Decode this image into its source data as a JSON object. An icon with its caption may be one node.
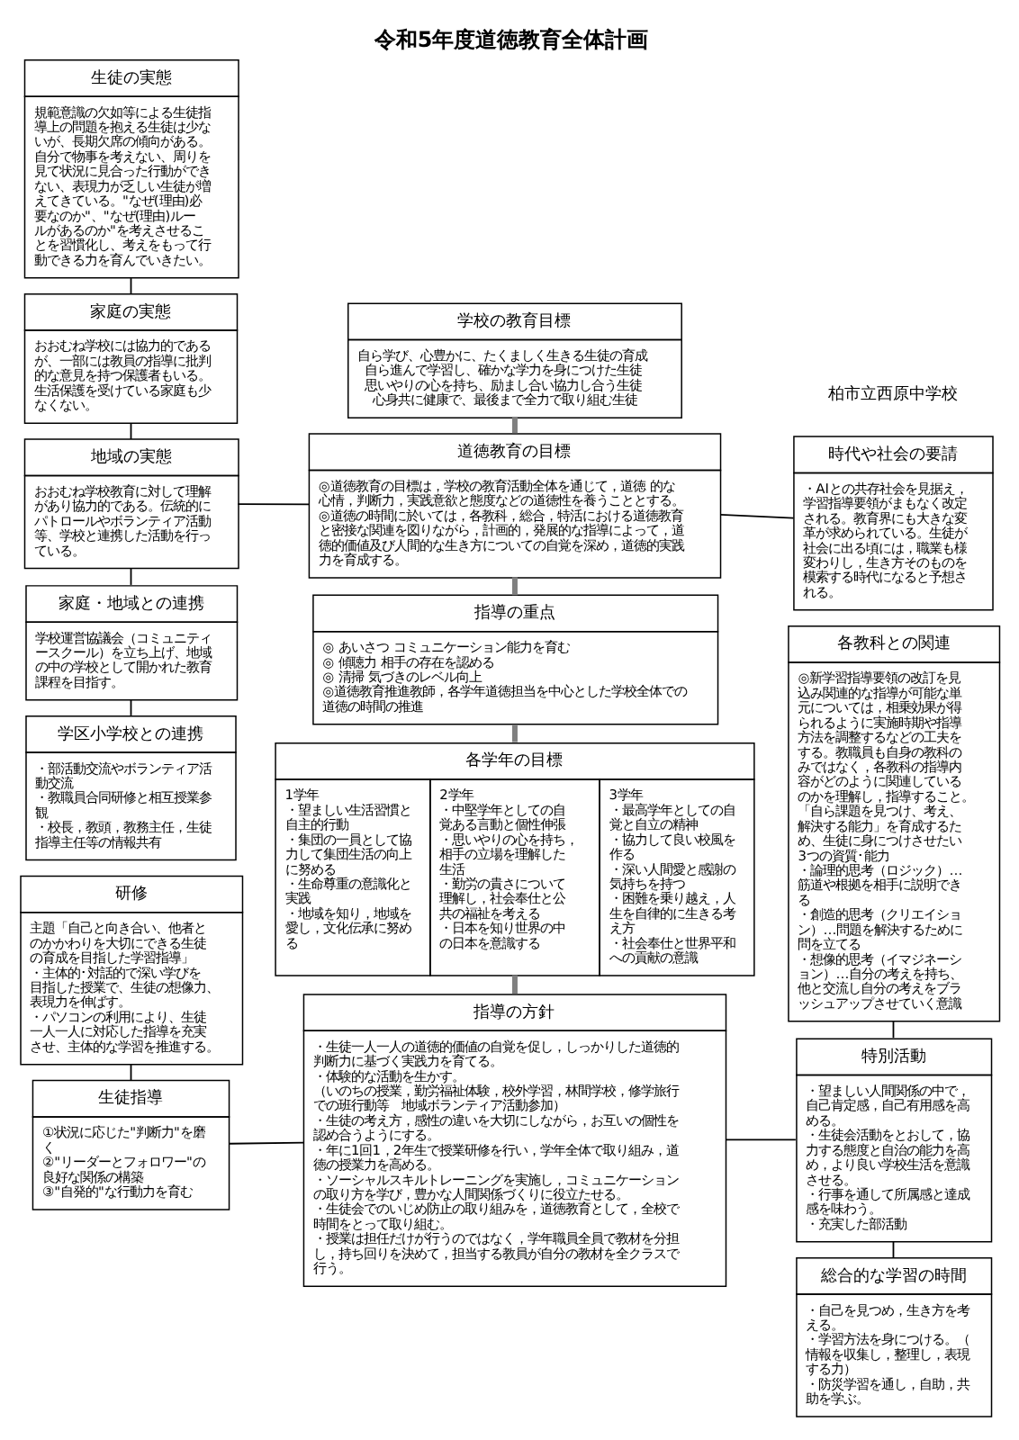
{
  "diagram": {
    "title": "令和5年度道徳教育全体計画",
    "nodes": [
      {
        "text": [
          "生徒の実態",
          "規範意識の欠如等による生徒指導上の問題を抱える生徒は少ないが、長期欠席の傾向がある。自分で物事を考えない、周りを見て状況に見合った行動ができない、表現力が乏しい生徒が増えてきている。\"なぜ(理由)必要なのか\"、\"なぜ(理由)ルールがあるのか\"を考えさせることを習慣化し、考えをもって行動できる力を育んでいきたい。"
        ]
      },
      {
        "text": [
          "家庭の実態",
          "おおむね学校には協力的であるが、一部には教員の指導に批判的な意見を持つ保護者もいる。生活保護を受けている家庭も少なくない。"
        ]
      },
      {
        "text": [
          "地域の実態",
          "おおむね学校教育に対して理解があり協力的である。伝統的にパトロールやボランティア活動等、学校と連携した活動を行っている。"
        ]
      },
      {
        "text": [
          "家庭・地域との連携",
          "学校運営協議会（コミュニティースクール）を立ち上げ、地域の中の学校として開かれた教育課程を目指す。"
        ]
      },
      {
        "text": [
          "学区小学校との連携",
          "・部活動交流やボランティア活動交流",
          "・教職員合同研修と相互授業参観",
          "・校長，教頭，教務主任，生徒指導主任等の情報共有"
        ]
      },
      {
        "text": [
          "研修",
          "主題「自己と向き合い、他者とのかかわりを大切にできる生徒の育成を目指した学習指導」",
          "・主体的･対話的で深い学びを目指した授業で、生徒の想像力、表現力を伸ばす。",
          "・パソコンの利用により、生徒一人一人に対応した指導を充実させ、主体的な学習を推進する。"
        ]
      },
      {
        "text": [
          "生徒指導",
          "①状況に応じた\"判断力\"を磨く",
          "②\"リーダーとフォロワー\"の良好な関係の構築",
          "③\"自発的\"な行動力を育む"
        ]
      },
      {
        "text": [
          "学校の教育目標",
          "自ら学び、心豊かに、たくましく生きる生徒の育成",
          "自ら進んで学習し、確かな学力を身につけた生徒",
          "思いやりの心を持ち、励まし合い協力し合う生徒",
          "心身共に健康で、最後まで全力で取り組む生徒"
        ]
      },
      {
        "text": [
          "道徳教育の目標",
          "◎道徳教育の目標は，学校の教育活動全体を通じて，道徳 的な心情，判断力，実践意欲と態度などの道徳性を養うこととする。",
          "◎道徳の時間に於いては，各教科，総合，特活における道徳教育と密接な関連を図りながら，計画的，発展的な指導によって，道徳的価値及び人間的な生き方についての自覚を深め，道徳的実践力を育成する。"
        ]
      },
      {
        "text": [
          "指導の重点",
          "◎ あいさつ コミュニケーション能力を育む",
          "◎ 傾聴力 相手の存在を認める",
          "◎ 清掃 気づきのレベル向上",
          "◎道徳教育推進教師，各学年道徳担当を中心とした学校全体での道徳の時間の推進"
        ]
      },
      {
        "text": [
          "各学年の目標",
          "1学年",
          "・望ましい生活習慣と自主的行動",
          "・集団の一員として協力して集団生活の向上に努める",
          "・生命尊重の意識化と実践",
          "・地域を知り，地域を愛し，文化伝承に努める",
          "2学年",
          "・中堅学年としての自覚ある言動と個性伸張",
          "・思いやりの心を持ち，相手の立場を理解した生活",
          "・勤労の貴さについて理解し，社会奉仕と公共の福祉を考える",
          "・日本を知り世界の中の日本を意識する",
          "3学年",
          "・最高学年としての自覚と自立の精神",
          "・協力して良い校風を作る",
          "・深い人間愛と感謝の気持ちを持つ",
          "・困難を乗り越え，人生を自律的に生きる考え方",
          "・社会奉仕と世界平和への貢献の意識"
        ]
      },
      {
        "text": [
          "指導の方針",
          "・生徒一人一人の道徳的価値の自覚を促し，しっかりした道徳的判断力に基づく実践力を育てる。",
          "・体験的な活動を生かす。",
          "（いのちの授業，勤労福祉体験，校外学習，林間学校，修学旅行での班行動等　地域ボランティア活動参加）",
          "・生徒の考え方，感性の違いを大切にしながら，お互いの個性を認め合うようにする。",
          "・年に1回1，2年生で授業研修を行い，学年全体で取り組み，道徳の授業力を高める。",
          "・ソーシャルスキルトレーニングを実施し，コミュニケーションの取り方を学び，豊かな人間関係づくりに役立たせる。",
          "・生徒会でのいじめ防止の取り組みを，道徳教育として，全校で時間をとって取り組む。",
          "・授業は担任だけが行うのではなく，学年職員全員で教材を分担し，持ち回りを決めて，担当する教員が自分の教材を全クラスで行う。"
        ]
      },
      {
        "text": [
          "時代や社会の要請",
          "・AIとの共存社会を見据え，学習指導要領がまもなく改定される。教育界にも大きな変革が求められている。生徒が社会に出る頃には，職業も様変わりし，生き方そのものを模索する時代になると予想される。"
        ]
      },
      {
        "text": [
          "各教科との関連",
          "◎新学習指導要領の改訂を見込み関連的な指導が可能な単元については，相乗効果が得られるように実施時期や指導方法を調整するなどの工夫をする。教職員も自身の教科のみではなく，各教科の指導内容がどのように関連しているのかを理解し，指導すること。",
          "「自ら課題を見つけ、考え、解決する能力」を育成するため、生徒に身につけさせたい3つの資質･能力",
          "・論理的思考（ロジック）…筋道や根拠を相手に説明できる",
          "・創造的思考（クリエイション）…問題を解決するために問を立てる",
          "・想像的思考（イマジネーション）…自分の考えを持ち、他と交流し自分の考えをブラッシュアップさせていく意識"
        ]
      },
      {
        "text": [
          "特別活動",
          "・望ましい人間関係の中で，自己肯定感，自己有用感を高める。",
          "・生徒会活動をとおして，協力する態度と自治の能力を高め，より良い学校生活を意識させる。",
          "・行事を通して所属感と達成感を味わう。",
          "・充実した部活動"
        ]
      },
      {
        "text": [
          "総合的な学習の時間",
          "・自己を見つめ，生き方を考える。",
          "・学習方法を身につける。（情報を収集し，整理し，表現する力）",
          "・防災学習を通し，自助，共助を学ぶ。"
        ]
      }
    ],
    "edges": [
      {
        "from": 0,
        "to": 1,
        "arrow": "none"
      },
      {
        "from": 1,
        "to": 2,
        "arrow": "none"
      },
      {
        "from": 2,
        "to": 3,
        "arrow": "none"
      },
      {
        "from": 3,
        "to": 4,
        "arrow": "none"
      },
      {
        "from": 5,
        "to": 6,
        "arrow": "none"
      },
      {
        "from": 7,
        "to": 8,
        "arrow": "none",
        "style": "thick",
        "color": "#808080"
      },
      {
        "from": 8,
        "to": 9,
        "arrow": "none",
        "style": "thick",
        "color": "#808080"
      },
      {
        "from": 9,
        "to": 10,
        "arrow": "none",
        "style": "thick",
        "color": "#808080"
      },
      {
        "from": 10,
        "to": 11,
        "arrow": "none",
        "style": "thick",
        "color": "#808080"
      },
      {
        "from": 2,
        "to": 8,
        "arrow": "none"
      },
      {
        "from": 12,
        "to": 8,
        "arrow": "none"
      },
      {
        "from": 13,
        "to": 14,
        "arrow": "none"
      },
      {
        "from": 14,
        "to": 15,
        "arrow": "none"
      },
      {
        "from": 6,
        "to": 11,
        "arrow": "none"
      },
      {
        "from": 11,
        "to": 14,
        "arrow": "none"
      }
    ],
    "labels": [
      "柏市立西原中学校"
    ]
  }
}
